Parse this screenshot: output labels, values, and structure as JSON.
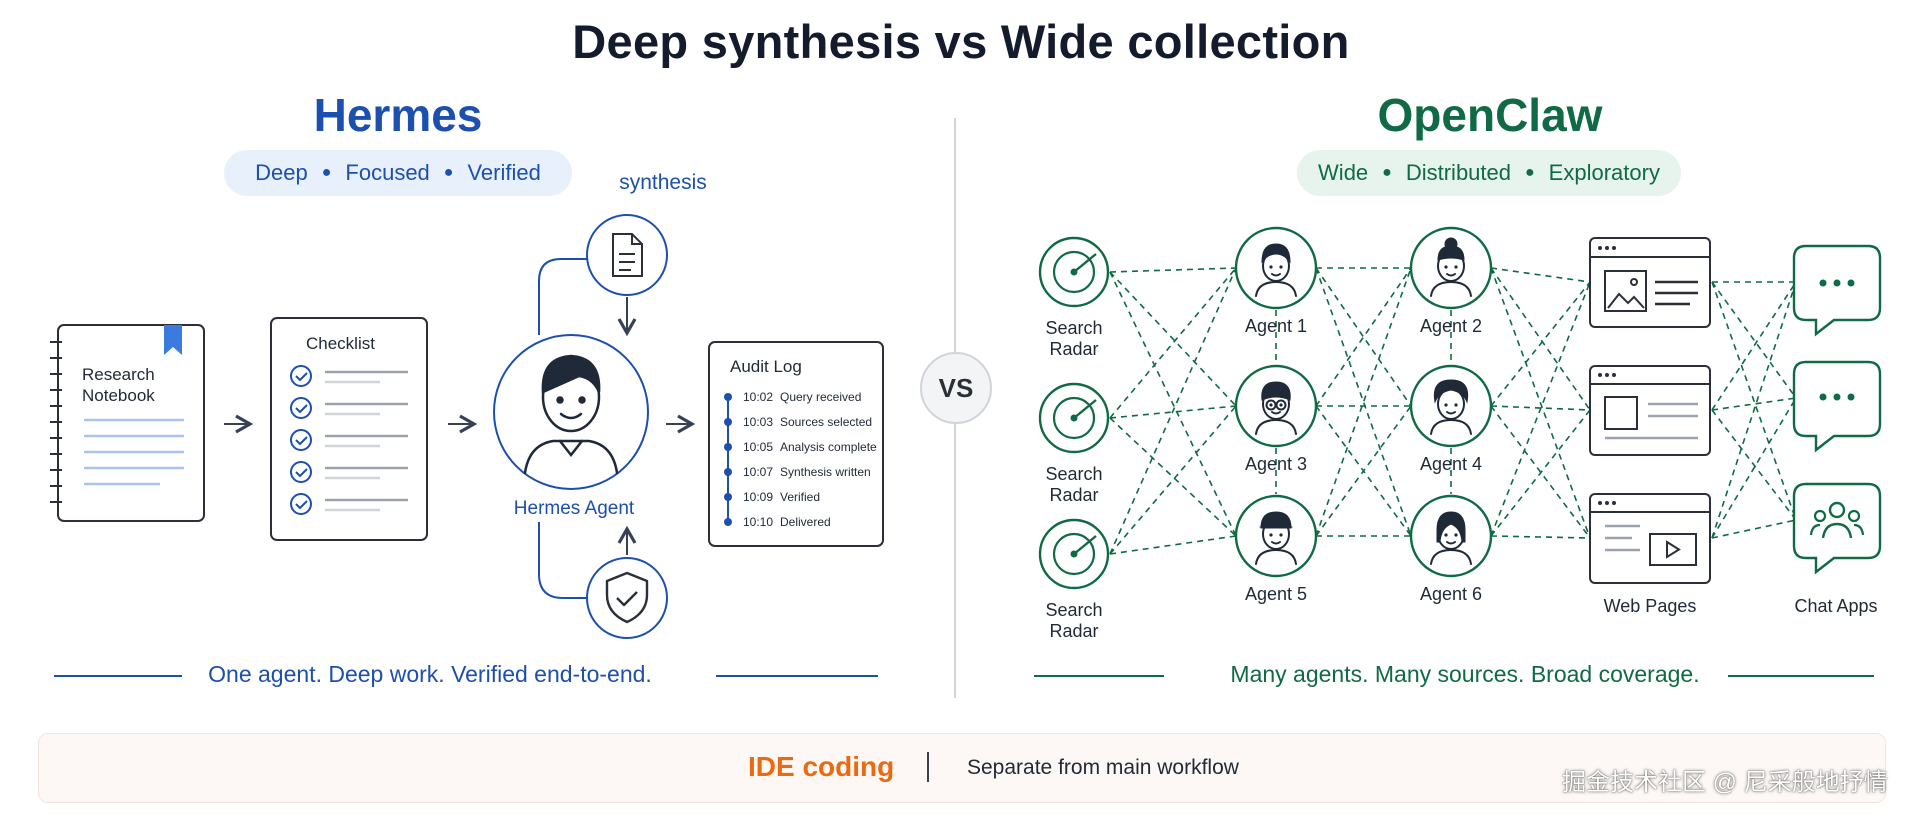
{
  "title": "Deep synthesis vs Wide collection",
  "vs": "VS",
  "hermes": {
    "title": "Hermes",
    "pill": [
      "Deep",
      "Focused",
      "Verified"
    ],
    "synthesis_label": "synthesis",
    "notebook_label": [
      "Research",
      "Notebook"
    ],
    "checklist_label": "Checklist",
    "agent_label": "Hermes Agent",
    "audit": {
      "title": "Audit Log",
      "entries": [
        {
          "time": "10:02",
          "text": "Query received"
        },
        {
          "time": "10:03",
          "text": "Sources selected"
        },
        {
          "time": "10:05",
          "text": "Analysis complete"
        },
        {
          "time": "10:07",
          "text": "Synthesis written"
        },
        {
          "time": "10:09",
          "text": "Verified"
        },
        {
          "time": "10:10",
          "text": "Delivered"
        }
      ]
    },
    "tagline": "One agent. Deep work. Verified end-to-end.",
    "color": "#1d4fae"
  },
  "openclaw": {
    "title": "OpenClaw",
    "pill": [
      "Wide",
      "Distributed",
      "Exploratory"
    ],
    "radars": [
      [
        "Search",
        "Radar"
      ],
      [
        "Search",
        "Radar"
      ],
      [
        "Search",
        "Radar"
      ]
    ],
    "agents": [
      "Agent 1",
      "Agent 2",
      "Agent 3",
      "Agent 4",
      "Agent 5",
      "Agent 6"
    ],
    "web_pages_label": "Web Pages",
    "chat_apps_label": "Chat Apps",
    "tagline": "Many agents. Many sources. Broad coverage.",
    "color": "#0f6a45"
  },
  "ide": {
    "label": "IDE coding",
    "description": "Separate from main workflow",
    "color": "#ea6a12"
  },
  "watermark": "掘金技术社区 @ 尼采般地抒情"
}
